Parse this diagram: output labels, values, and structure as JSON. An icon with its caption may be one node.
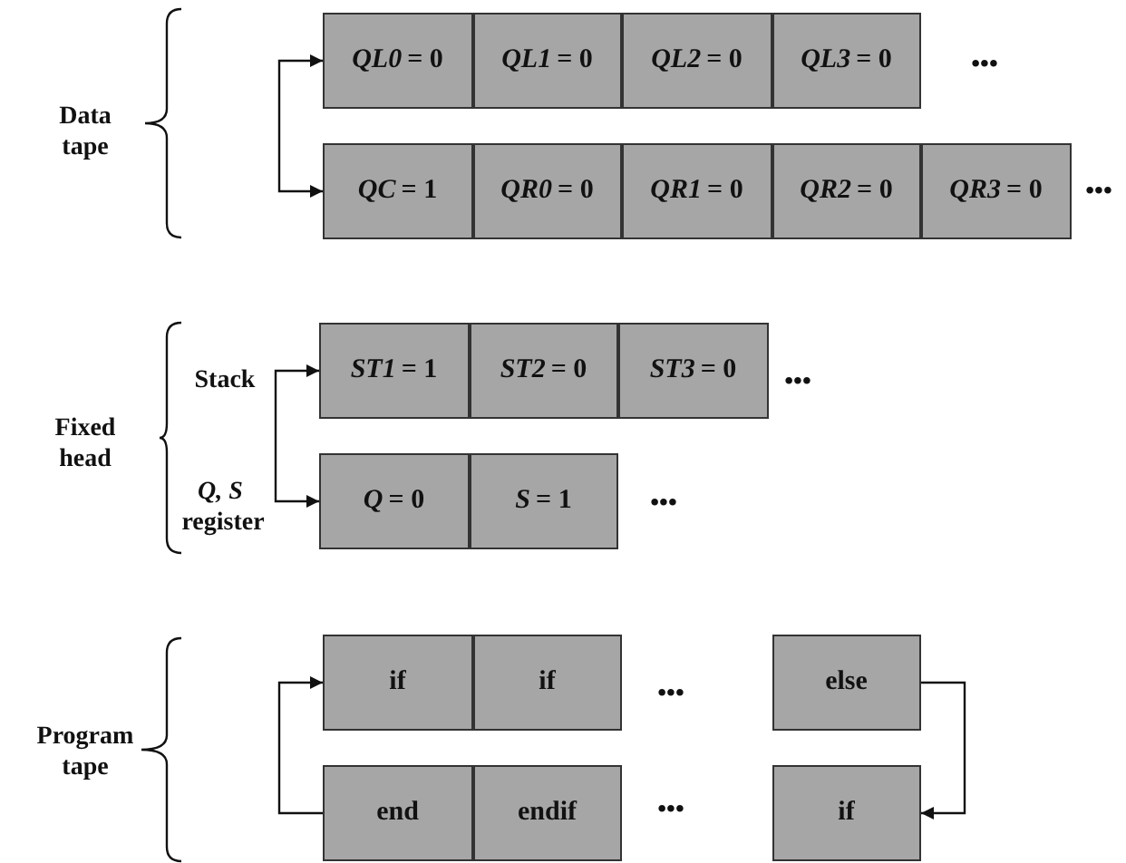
{
  "diagram": {
    "nodes": [
      {
        "text": [
          "*QL0* = 0"
        ]
      },
      {
        "text": [
          "*QL1* = 0"
        ]
      },
      {
        "text": [
          "*QL2* = 0"
        ]
      },
      {
        "text": [
          "*QL3* = 0"
        ]
      },
      {
        "text": [
          "*QC* = 1"
        ]
      },
      {
        "text": [
          "*QR0* = 0"
        ]
      },
      {
        "text": [
          "*QR1* = 0"
        ]
      },
      {
        "text": [
          "*QR2* = 0"
        ]
      },
      {
        "text": [
          "*QR3* = 0"
        ]
      },
      {
        "text": [
          "*ST1* = 1"
        ]
      },
      {
        "text": [
          "*ST2* = 0"
        ]
      },
      {
        "text": [
          "*ST3* = 0"
        ]
      },
      {
        "text": [
          "*Q* = 0"
        ]
      },
      {
        "text": [
          "*S* = 1"
        ]
      },
      {
        "text": [
          "if"
        ]
      },
      {
        "text": [
          "if"
        ]
      },
      {
        "text": [
          "else"
        ]
      },
      {
        "text": [
          "end"
        ]
      },
      {
        "text": [
          "endif"
        ]
      },
      {
        "text": [
          "if"
        ]
      }
    ],
    "edges": [
      {
        "from": 0,
        "to": 4,
        "arrow": "both"
      },
      {
        "from": 9,
        "to": 12,
        "arrow": "both"
      },
      {
        "from": 17,
        "to": 14,
        "arrow": "to"
      },
      {
        "from": 16,
        "to": 19,
        "arrow": "to"
      }
    ],
    "labels": [
      "Data tape",
      "•••",
      "•••",
      "Stack",
      "•••",
      "Fixed head",
      "*Q, S* register",
      "•••",
      "•••",
      "Program tape",
      "•••"
    ]
  }
}
